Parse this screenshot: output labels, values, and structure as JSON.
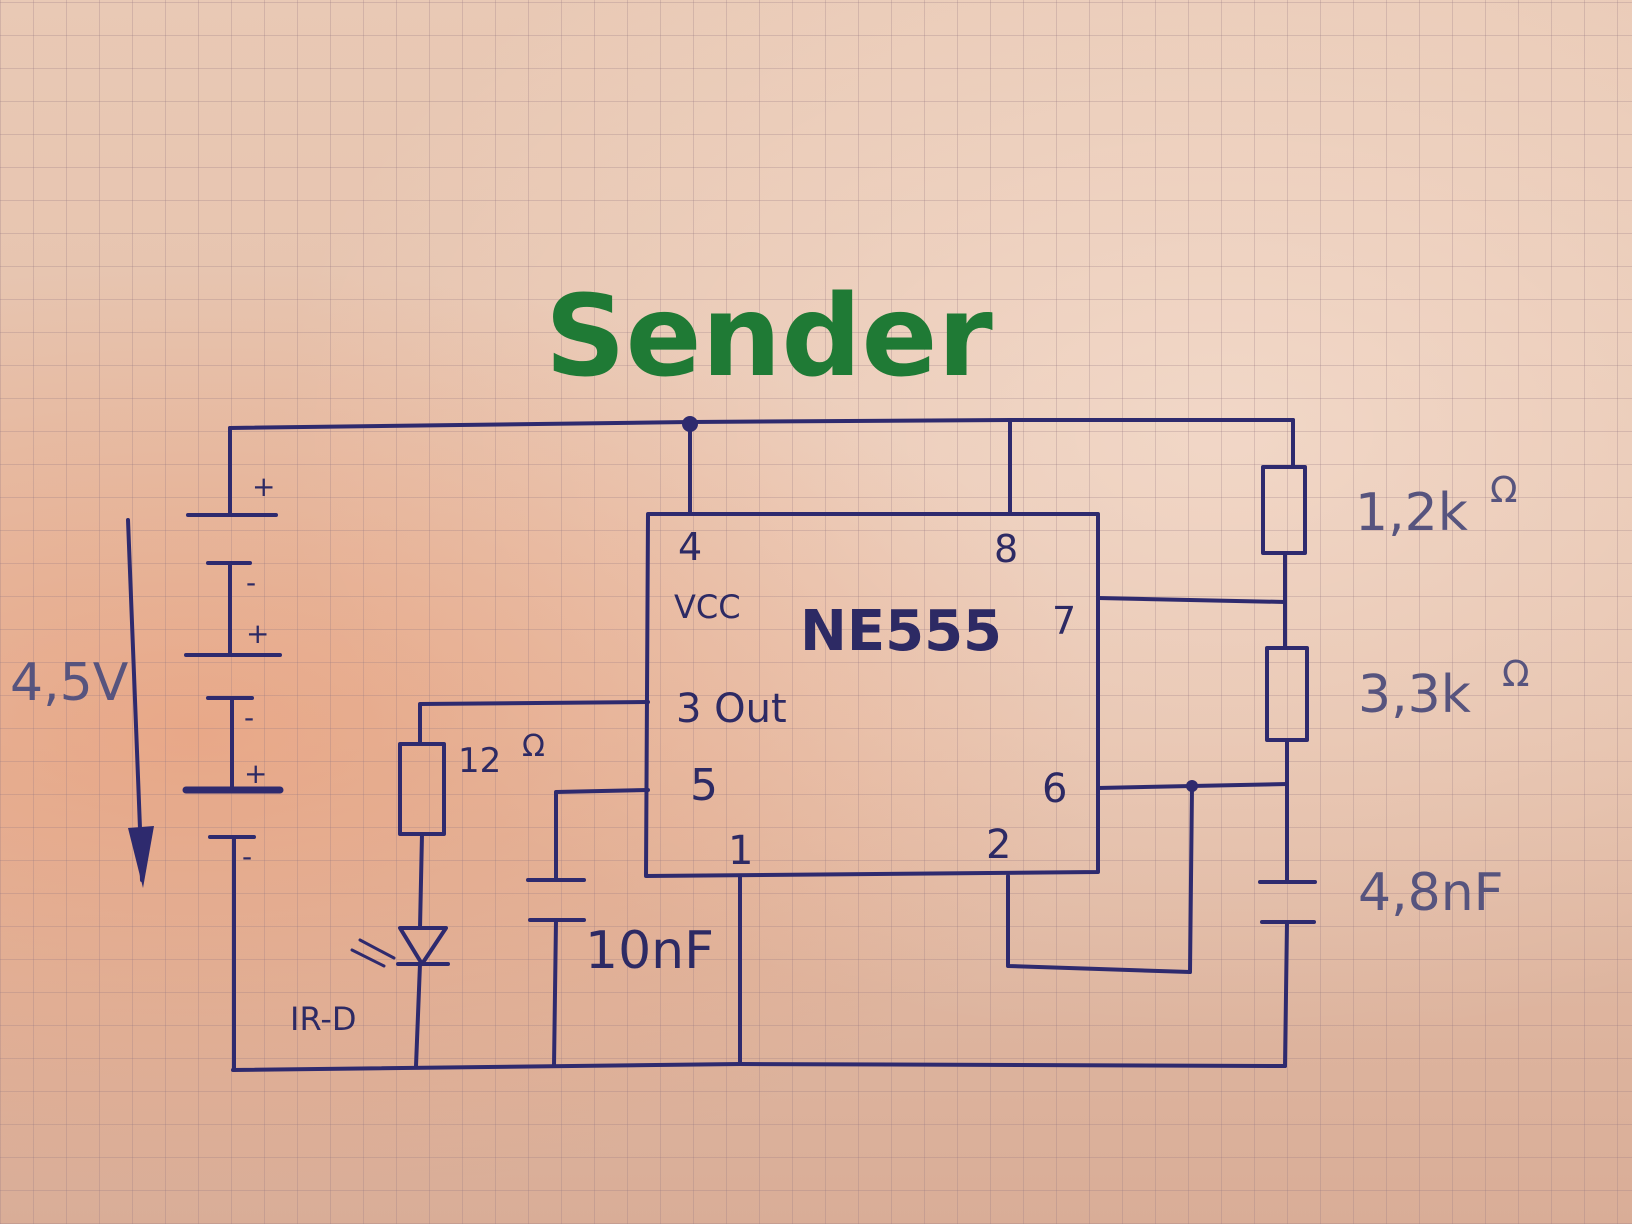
{
  "title": "Sender",
  "ic": {
    "name": "NE555",
    "pin4": "4",
    "vcc": "VCC",
    "pin8": "8",
    "pin7": "7",
    "pin3": "3 Out",
    "pin5": "5",
    "pin6": "6",
    "pin1": "1",
    "pin2": "2"
  },
  "battery": {
    "voltage": "4,5V",
    "plus": "+",
    "minus": "-"
  },
  "components": {
    "r_led": "12",
    "r1": "1,2k",
    "r2": "3,3k",
    "ohm": "Ω",
    "c_ctrl": "10nF",
    "c_timing": "4,8nF",
    "led": "IR-D"
  }
}
